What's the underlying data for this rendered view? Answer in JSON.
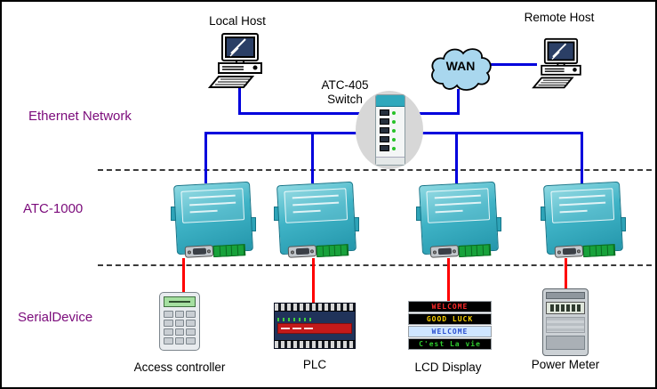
{
  "labels": {
    "local_host": "Local Host",
    "remote_host": "Remote Host",
    "wan": "WAN",
    "switch_name": "ATC-405",
    "switch_type": "Switch",
    "ethernet_network": "Ethernet Network",
    "atc1000": "ATC-1000",
    "serial_device": "SerialDevice"
  },
  "bottom_labels": {
    "access_controller": "Access controller",
    "plc": "PLC",
    "lcd_display": "LCD Display",
    "power_meter": "Power Meter"
  },
  "lcd_display": {
    "lines": [
      {
        "text": "WELCOME",
        "color": "#ff2a2a",
        "bg": "#000000"
      },
      {
        "text": "GOOD LUCK",
        "color": "#ffd400",
        "bg": "#000000"
      },
      {
        "text": "WELCOME",
        "color": "#2a4fd0",
        "bg": "#cfe6ff"
      },
      {
        "text": "C'est La vie",
        "color": "#2ecc2e",
        "bg": "#000000"
      }
    ]
  },
  "colors": {
    "section_label": "#7B0B7B",
    "ethernet_line": "#0000DC",
    "serial_line": "#FF0000",
    "device_teal": "#2FA8BC",
    "wan_fill": "#A9D7EE",
    "dash_color": "#3A3A3A"
  }
}
